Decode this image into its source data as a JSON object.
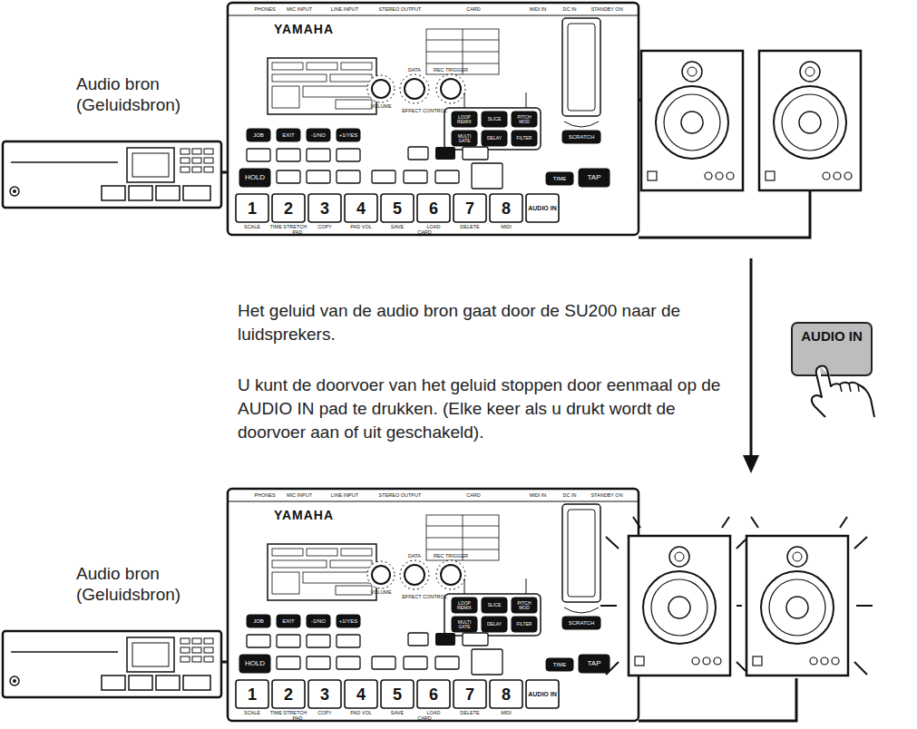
{
  "diagram": {
    "nodes": [
      {
        "text": [
          "AUDIO IN"
        ]
      }
    ],
    "labels": [
      "Audio bron (Geluidsbron)",
      "YAMAHA",
      "PHONES",
      "MIC INPUT",
      "LINE INPUT",
      "STEREO OUTPUT",
      "CARD",
      "MIDI IN",
      "DC IN",
      "STANDBY ON",
      "VOLUME",
      "DATA",
      "REC TRIGGER",
      "EFFECT CONTROL",
      "LOOP REMIX",
      "SLICE",
      "PITCH MOD",
      "MULTI GATE",
      "DELAY",
      "FILTER",
      "SCRATCH",
      "JOB",
      "EXIT",
      "-1/NO",
      "+1/YES",
      "HOLD",
      "TIME",
      "TAP",
      "1",
      "2",
      "3",
      "4",
      "5",
      "6",
      "7",
      "8",
      "AUDIO IN",
      "SCALE",
      "TIME STRETCH",
      "COPY",
      "PAD VOL",
      "SAVE",
      "LOAD",
      "DELETE",
      "MIDI",
      "PAD",
      "CARD",
      "Het geluid van de audio bron gaat door de SU200 naar de luidsprekers.",
      "U kunt de doorvoer van het geluid stoppen door eenmaal op de AUDIO IN pad te drukken. (Elke keer als u drukt wordt de doorvoer aan of uit geschakeld).",
      "Audio bron (Geluidsbron)",
      "YAMAHA",
      "PHONES",
      "MIC INPUT",
      "LINE INPUT",
      "STEREO OUTPUT",
      "CARD",
      "MIDI IN",
      "DC IN",
      "STANDBY ON",
      "VOLUME",
      "DATA",
      "REC TRIGGER",
      "EFFECT CONTROL",
      "LOOP REMIX",
      "SLICE",
      "PITCH MOD",
      "MULTI GATE",
      "DELAY",
      "FILTER",
      "SCRATCH",
      "JOB",
      "EXIT",
      "-1/NO",
      "+1/YES",
      "HOLD",
      "TIME",
      "TAP",
      "1",
      "2",
      "3",
      "4",
      "5",
      "6",
      "7",
      "8",
      "AUDIO IN",
      "SCALE",
      "TIME STRETCH",
      "COPY",
      "PAD VOL",
      "SAVE",
      "LOAD",
      "DELETE",
      "MIDI",
      "PAD",
      "CARD"
    ]
  }
}
